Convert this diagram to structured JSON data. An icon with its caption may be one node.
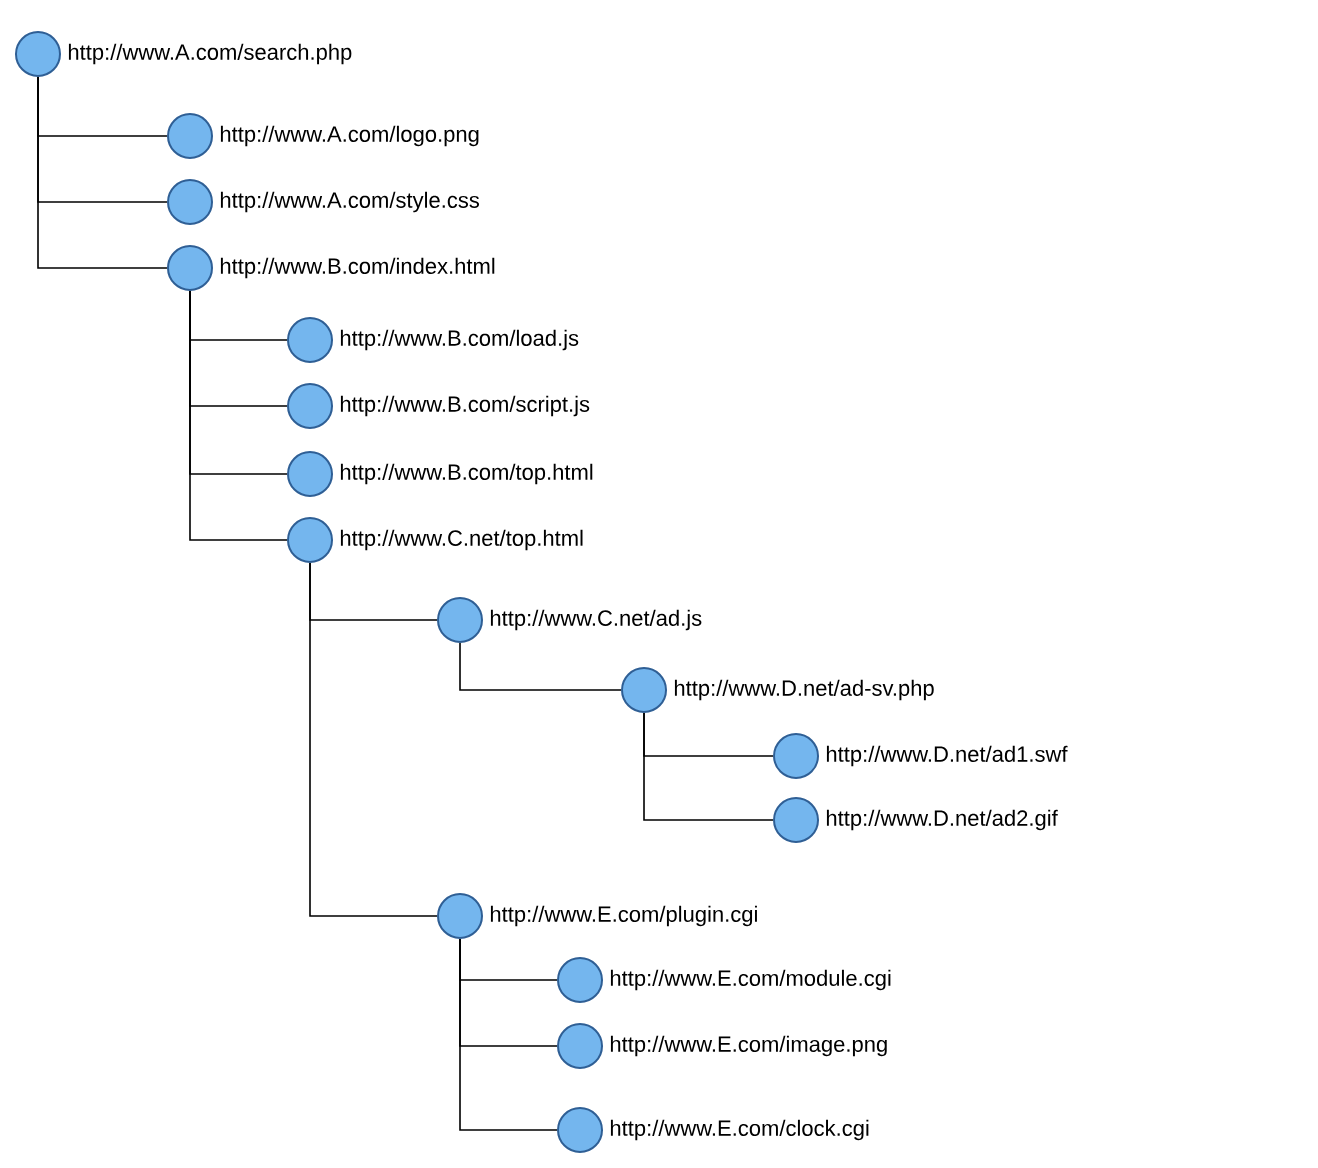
{
  "diagram": {
    "nodes": [
      {
        "text": [
          "http://www.A.com/search.php"
        ]
      },
      {
        "text": [
          "http://www.A.com/logo.png"
        ]
      },
      {
        "text": [
          "http://www.A.com/style.css"
        ]
      },
      {
        "text": [
          "http://www.B.com/index.html"
        ]
      },
      {
        "text": [
          "http://www.B.com/load.js"
        ]
      },
      {
        "text": [
          "http://www.B.com/script.js"
        ]
      },
      {
        "text": [
          "http://www.B.com/top.html"
        ]
      },
      {
        "text": [
          "http://www.C.net/top.html"
        ]
      },
      {
        "text": [
          "http://www.C.net/ad.js"
        ]
      },
      {
        "text": [
          "http://www.D.net/ad-sv.php"
        ]
      },
      {
        "text": [
          "http://www.D.net/ad1.swf"
        ]
      },
      {
        "text": [
          "http://www.D.net/ad2.gif"
        ]
      },
      {
        "text": [
          "http://www.E.com/plugin.cgi"
        ]
      },
      {
        "text": [
          "http://www.E.com/module.cgi"
        ]
      },
      {
        "text": [
          "http://www.E.com/image.png"
        ]
      },
      {
        "text": [
          "http://www.E.com/clock.cgi"
        ]
      }
    ],
    "edges": [
      {
        "from": 0,
        "to": 1,
        "arrow": "none"
      },
      {
        "from": 0,
        "to": 2,
        "arrow": "none"
      },
      {
        "from": 0,
        "to": 3,
        "arrow": "none"
      },
      {
        "from": 3,
        "to": 4,
        "arrow": "none"
      },
      {
        "from": 3,
        "to": 5,
        "arrow": "none"
      },
      {
        "from": 3,
        "to": 6,
        "arrow": "none"
      },
      {
        "from": 3,
        "to": 7,
        "arrow": "none"
      },
      {
        "from": 7,
        "to": 8,
        "arrow": "none"
      },
      {
        "from": 8,
        "to": 9,
        "arrow": "none"
      },
      {
        "from": 9,
        "to": 10,
        "arrow": "none"
      },
      {
        "from": 9,
        "to": 11,
        "arrow": "none"
      },
      {
        "from": 7,
        "to": 12,
        "arrow": "none"
      },
      {
        "from": 12,
        "to": 13,
        "arrow": "none"
      },
      {
        "from": 12,
        "to": 14,
        "arrow": "none"
      },
      {
        "from": 12,
        "to": 15,
        "arrow": "none"
      }
    ]
  }
}
